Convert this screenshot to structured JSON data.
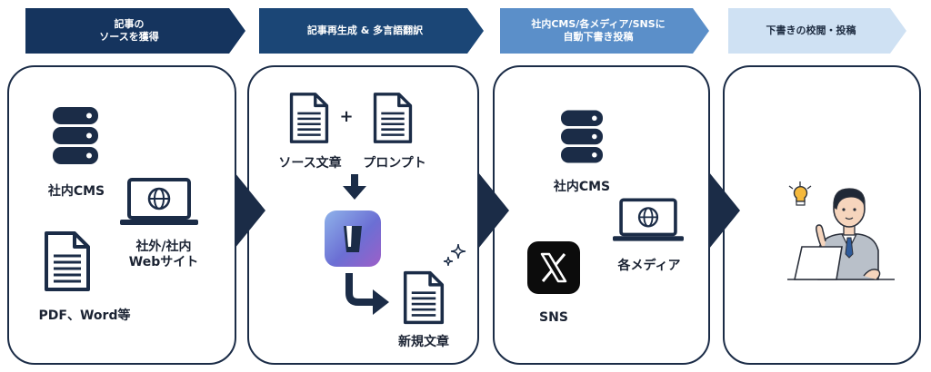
{
  "steps": [
    {
      "label": "記事の\nソースを獲得"
    },
    {
      "label": "記事再生成 & 多言語翻訳"
    },
    {
      "label": "社内CMS/各メディア/SNSに\n自動下書き投稿"
    },
    {
      "label": "下書きの校閲・投稿"
    }
  ],
  "panel1": {
    "cms_label": "社内CMS",
    "web_label": "社外/社内\nWebサイト",
    "doc_label": "PDF、Word等"
  },
  "panel2": {
    "plus": "+",
    "source_label": "ソース文章",
    "prompt_label": "プロンプト",
    "new_label": "新規文章"
  },
  "panel3": {
    "cms_label": "社内CMS",
    "media_label": "各メディア",
    "sns_label": "SNS"
  },
  "colors": {
    "navy": "#15345e",
    "mid_blue": "#1b4676",
    "light_blue": "#5b8fc9",
    "pale_blue": "#cfe1f3"
  }
}
